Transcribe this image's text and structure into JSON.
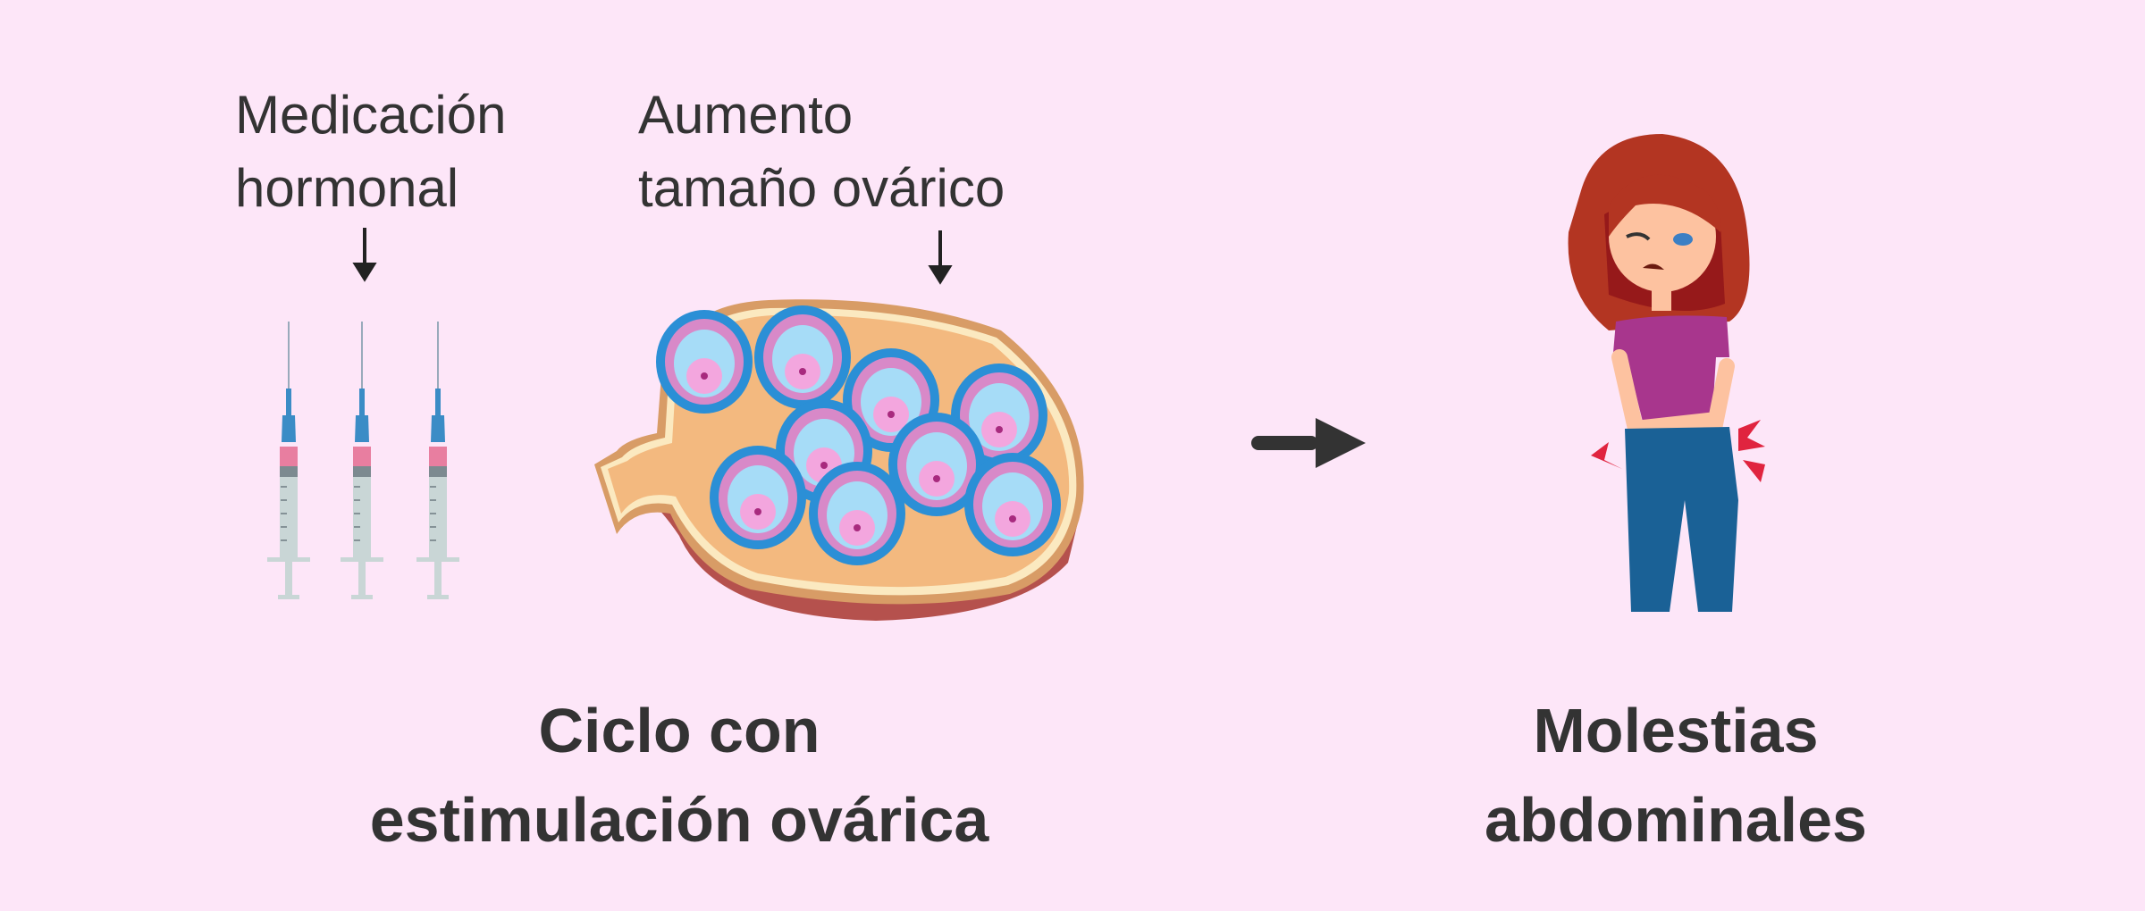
{
  "labels": {
    "medication": [
      "Medicación",
      "hormonal"
    ],
    "ovary_size": [
      "Aumento",
      "tamaño ovárico"
    ]
  },
  "titles": {
    "left": [
      "Ciclo con",
      "estimulación ovárica"
    ],
    "right": [
      "Molestias",
      "abdominales"
    ]
  },
  "colors": {
    "background": "#fde6f8",
    "text": "#333333",
    "ovary_tissue": "#f3b97f",
    "ovary_cut": "#b5514d",
    "follicle_blue": "#2b8fd6",
    "follicle_pink": "#d889c8",
    "antrum": "#a6dcf7",
    "hair": "#b33522",
    "shirt": "#a8368d",
    "jeans": "#1a6196",
    "pain": "#e0243f"
  }
}
